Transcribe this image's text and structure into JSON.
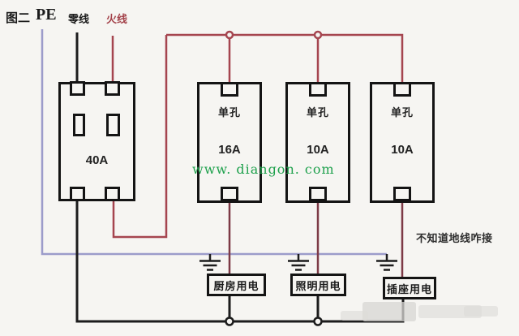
{
  "header": {
    "figure_label": "图二",
    "pe_label": "PE",
    "neutral_label": "零线",
    "live_label": "火线"
  },
  "main_breaker": {
    "rating": "40A"
  },
  "branch_breakers": [
    {
      "type": "单孔",
      "rating": "16A"
    },
    {
      "type": "单孔",
      "rating": "10A"
    },
    {
      "type": "单孔",
      "rating": "10A"
    }
  ],
  "loads": [
    {
      "label": "厨房用电"
    },
    {
      "label": "照明用电"
    },
    {
      "label": "插座用电"
    }
  ],
  "note": "不知道地线咋接",
  "watermark": "www. diangon. com",
  "colors": {
    "live_wire": "#a5454f",
    "branch_load_wire": "#7d3a46",
    "neutral_wire": "#1c1c1c",
    "pe_wire": "#9c9cca",
    "watermark_green": "#1fa14d",
    "background": "#f6f5f2"
  }
}
